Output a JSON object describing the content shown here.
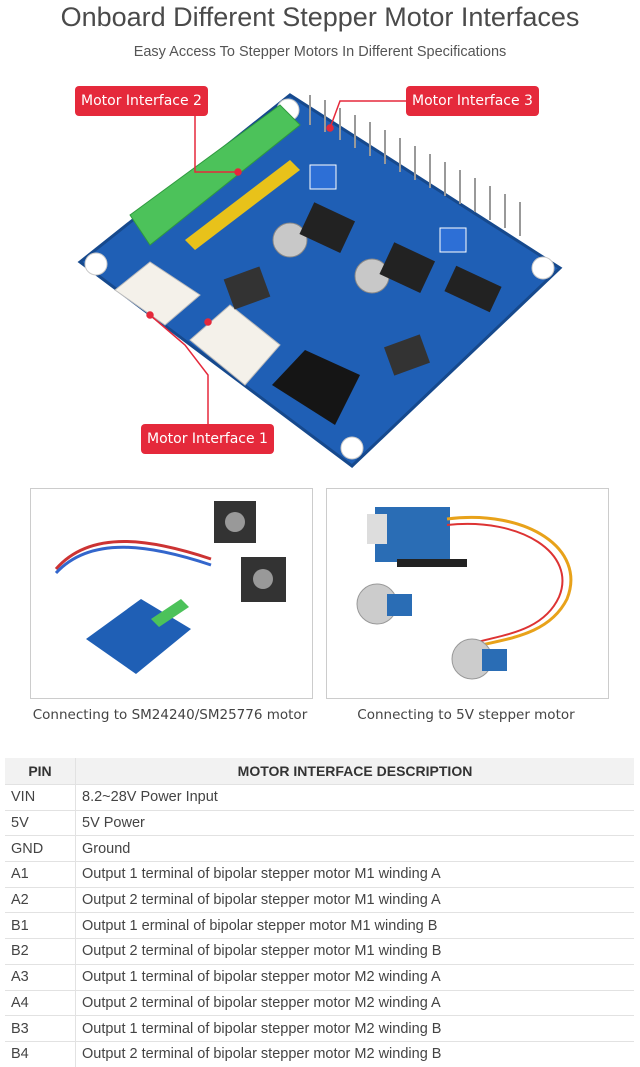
{
  "header": {
    "title": "Onboard Different Stepper Motor Interfaces",
    "subtitle": "Easy Access To Stepper Motors In Different Specifications"
  },
  "board": {
    "callouts": [
      "Motor Interface 2",
      "Motor Interface 3",
      "Motor Interface 1"
    ],
    "colors": {
      "pcb": "#1f5fb5",
      "callout": "#e5293b",
      "terminal": "#4cc25a"
    }
  },
  "photos": [
    {
      "caption": "Connecting to SM24240/SM25776 motor"
    },
    {
      "caption": "Connecting to 5V stepper motor"
    }
  ],
  "table": {
    "headers": [
      "PIN",
      "MOTOR INTERFACE DESCRIPTION"
    ],
    "rows": [
      [
        "VIN",
        "8.2~28V Power Input"
      ],
      [
        "5V",
        "5V Power"
      ],
      [
        "GND",
        "Ground"
      ],
      [
        "A1",
        "Output 1 terminal of bipolar stepper motor M1 winding A"
      ],
      [
        "A2",
        "Output 2 terminal of bipolar stepper motor M1 winding A"
      ],
      [
        "B1",
        "Output 1 erminal of bipolar stepper motor M1 winding B"
      ],
      [
        "B2",
        "Output 2 terminal of bipolar stepper motor M1 winding B"
      ],
      [
        "A3",
        "Output 1 terminal of bipolar stepper motor M2 winding A"
      ],
      [
        "A4",
        "Output 2 terminal of bipolar stepper motor M2 winding A"
      ],
      [
        "B3",
        "Output 1 terminal of bipolar stepper motor M2 winding B"
      ],
      [
        "B4",
        "Output 2 terminal of bipolar stepper motor M2 winding B"
      ]
    ]
  }
}
